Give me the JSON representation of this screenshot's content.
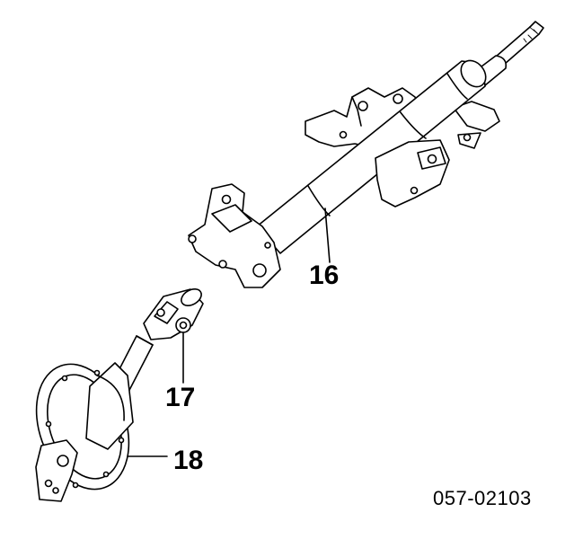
{
  "diagram": {
    "callouts": [
      {
        "id": "16",
        "label": "16"
      },
      {
        "id": "17",
        "label": "17"
      },
      {
        "id": "18",
        "label": "18"
      }
    ],
    "document_number": "057-02103"
  },
  "colors": {
    "line": "#000000",
    "fill": "#ffffff",
    "background": "#ffffff"
  }
}
